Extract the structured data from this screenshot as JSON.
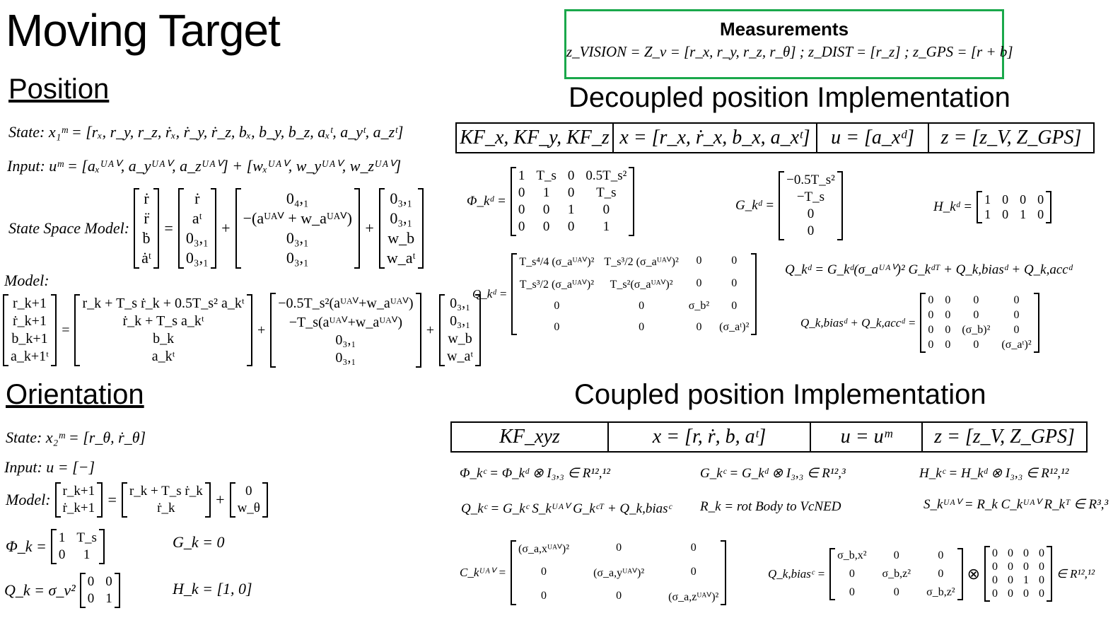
{
  "title": "Moving Target",
  "measurements": {
    "heading": "Measurements",
    "equation": "z_VISION = Z_v = [r_x, r_y, r_z, r_θ] ; z_DIST = [r_z] ; z_GPS = [r + b]"
  },
  "position": {
    "heading": "Position",
    "state": "State: x₁ᵐ = [rₓ, r_y, r_z, ṙₓ, ṙ_y, ṙ_z, bₓ, b_y, b_z, aₓᵗ, a_yᵗ, a_zᵗ]",
    "input": "Input: uᵐ = [aₓᵁᴬⱽ, a_yᵁᴬⱽ, a_zᵁᴬⱽ] + [wₓᵁᴬⱽ, w_yᵁᴬⱽ, w_zᵁᴬⱽ]",
    "ssm_label": "State Space Model:",
    "ssm": {
      "lhs": [
        "ṙ",
        "r̈",
        "ḃ",
        "ȧᵗ"
      ],
      "m1": [
        "ṙ",
        "aᵗ",
        "0₃,₁",
        "0₃,₁"
      ],
      "m2": [
        "0₄,₁",
        "−(aᵁᴬⱽ + w_aᵁᴬⱽ)",
        "0₃,₁",
        "0₃,₁"
      ],
      "m3": [
        "0₃,₁",
        "0₃,₁",
        "w_b",
        "w_aᵗ"
      ]
    },
    "model_label": "Model:",
    "model": {
      "lhs": [
        "r_k+1",
        "ṙ_k+1",
        "b_k+1",
        "a_k+1ᵗ"
      ],
      "m1": [
        "r_k + T_s ṙ_k + 0.5T_s² a_kᵗ",
        "ṙ_k + T_s a_kᵗ",
        "b_k",
        "a_kᵗ"
      ],
      "m2": [
        "−0.5T_s²(aᵁᴬⱽ+w_aᵁᴬⱽ)",
        "−T_s(aᵁᴬⱽ+w_aᵁᴬⱽ)",
        "0₃,₁",
        "0₃,₁"
      ],
      "m3": [
        "0₃,₁",
        "0₃,₁",
        "w_b",
        "w_aᵗ"
      ]
    }
  },
  "orientation": {
    "heading": "Orientation",
    "state": "State: x₂ᵐ = [r_θ, ṙ_θ]",
    "input": "Input: u = [−]",
    "model_label": "Model:",
    "model": {
      "lhs": [
        "r_k+1",
        "ṙ_k+1"
      ],
      "m1": [
        "r_k + T_s ṙ_k",
        "ṙ_k"
      ],
      "m2": [
        "0",
        "w_θ"
      ]
    },
    "phi_label": "Φ_k =",
    "phi": [
      "1",
      "T_s",
      "0",
      "1"
    ],
    "g": "G_k = 0",
    "q_label": "Q_k = σ_v²",
    "q": [
      "0",
      "0",
      "0",
      "1"
    ],
    "h": "H_k = [1, 0]"
  },
  "decoupled": {
    "heading": "Decoupled  position Implementation",
    "table": [
      "KF_x, KF_y, KF_z",
      "x = [r_x, ṙ_x, b_x, a_xᵗ]",
      "u = [a_xᵈ]",
      "z = [z_V, Z_GPS]"
    ],
    "phi_label": "Φ_kᵈ =",
    "phi": [
      "1",
      "T_s",
      "0",
      "0.5T_s²",
      "0",
      "1",
      "0",
      "T_s",
      "0",
      "0",
      "1",
      "0",
      "0",
      "0",
      "0",
      "1"
    ],
    "g_label": "G_kᵈ =",
    "g": [
      "−0.5T_s²",
      "−T_s",
      "0",
      "0"
    ],
    "h_label": "H_kᵈ =",
    "h": [
      "1",
      "0",
      "0",
      "0",
      "1",
      "0",
      "1",
      "0"
    ],
    "qmat_label": "Q_kᵈ =",
    "qmat": [
      "T_s⁴/4 (σ_aᵁᴬⱽ)²",
      "T_s³/2 (σ_aᵁᴬⱽ)²",
      "0",
      "0",
      "T_s³/2 (σ_aᵁᴬⱽ)²",
      "T_s²(σ_aᵁᴬⱽ)²",
      "0",
      "0",
      "0",
      "0",
      "σ_b²",
      "0",
      "0",
      "0",
      "0",
      "(σ_aᵗ)²"
    ],
    "q_eq": "Q_kᵈ = G_kᵈ(σ_aᵁᴬⱽ)² G_kᵈᵀ + Q_k,biasᵈ + Q_k,accᵈ",
    "qba_label": "Q_k,biasᵈ + Q_k,accᵈ =",
    "qba": [
      "0",
      "0",
      "0",
      "0",
      "0",
      "0",
      "0",
      "0",
      "0",
      "0",
      "(σ_b)²",
      "0",
      "0",
      "0",
      "0",
      "(σ_aᵗ)²"
    ]
  },
  "coupled": {
    "heading": "Coupled  position Implementation",
    "table": [
      "KF_xyz",
      "x = [r, ṙ, b, aᵗ]",
      "u = uᵐ",
      "z = [z_V, Z_GPS]"
    ],
    "phi_c": "Φ_kᶜ =  Φ_kᵈ ⊗ I₃,₃  ∈ R¹²,¹²",
    "g_c": "G_kᶜ = G_kᵈ ⊗ I₃,₃  ∈ R¹²,³",
    "h_c": "H_kᶜ = H_kᵈ ⊗ I₃,₃  ∈ R¹²,¹²",
    "q_c": "Q_kᶜ = G_kᶜ S_kᵁᴬⱽ G_kᶜᵀ + Q_k,biasᶜ",
    "r_k": "R_k = rot Body to VcNED",
    "s_k": "S_kᵁᴬⱽ = R_k C_kᵁᴬⱽ R_kᵀ ∈ R³,³",
    "cuav_label": "C_kᵁᴬⱽ =",
    "cuav": [
      "(σ_a,xᵁᴬⱽ)²",
      "0",
      "0",
      "0",
      "(σ_a,yᵁᴬⱽ)²",
      "0",
      "0",
      "0",
      "(σ_a,zᵁᴬⱽ)²"
    ],
    "qbias_label": "Q_k,biasᶜ =",
    "qbias": [
      "σ_b,x²",
      "0",
      "0",
      "0",
      "σ_b,z²",
      "0",
      "0",
      "0",
      "σ_b,z²"
    ],
    "otimes": "⊗",
    "z4": [
      "0",
      "0",
      "0",
      "0",
      "0",
      "0",
      "0",
      "0",
      "0",
      "0",
      "1",
      "0",
      "0",
      "0",
      "0",
      "0"
    ],
    "in_r": "∈ R¹²,¹²"
  },
  "colors": {
    "measure_border": "#1aa84b",
    "text": "#000000"
  }
}
